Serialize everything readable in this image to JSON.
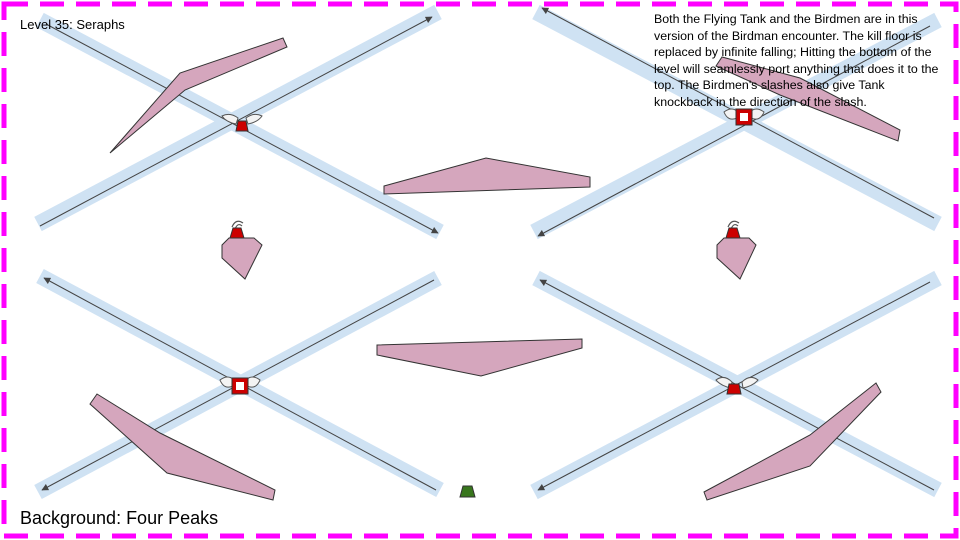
{
  "level": {
    "title": "Level 35: Seraphs",
    "description": "Both the Flying Tank and the Birdmen are in this version of the Birdman encounter. The kill floor is replaced by infinite falling; Hitting the bottom of the level will seamlessly port anything that does it to the top. The Birdmen's slashes also give Tank knockback in the direction of the slash.",
    "background_label": "Background: Four Peaks"
  },
  "colors": {
    "border_dash": "#ff00ff",
    "slash_lane": "#cfe2f3",
    "slash_arrow": "#444444",
    "platform_fill": "#d5a6bd",
    "platform_stroke": "#333333",
    "birdman_body": "#cc0000",
    "birdman_wing": "#f3f3f3",
    "flying_tank": "#cc0000",
    "player_tank": "#38761d"
  },
  "entities": {
    "birdmen": [
      {
        "name": "birdman-top-left",
        "variant": "solid"
      },
      {
        "name": "birdman-top-right",
        "variant": "hollow"
      },
      {
        "name": "birdman-bottom-left",
        "variant": "hollow"
      },
      {
        "name": "birdman-bottom-right",
        "variant": "solid"
      }
    ],
    "flying_tanks": [
      {
        "name": "flying-tank-left"
      },
      {
        "name": "flying-tank-right"
      }
    ],
    "player": {
      "name": "player-tank"
    }
  }
}
